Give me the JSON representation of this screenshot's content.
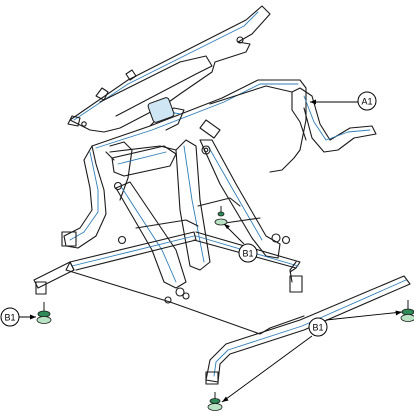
{
  "callouts": {
    "a1": "A1",
    "b1_center": "B1",
    "b1_left": "B1",
    "b1_bottom": "B1"
  },
  "colors": {
    "frame_outline": "#1a1a1a",
    "frame_highlight": "#2f7fb8",
    "glide_top": "#2e8b57",
    "glide_base": "#b9e3c4"
  }
}
